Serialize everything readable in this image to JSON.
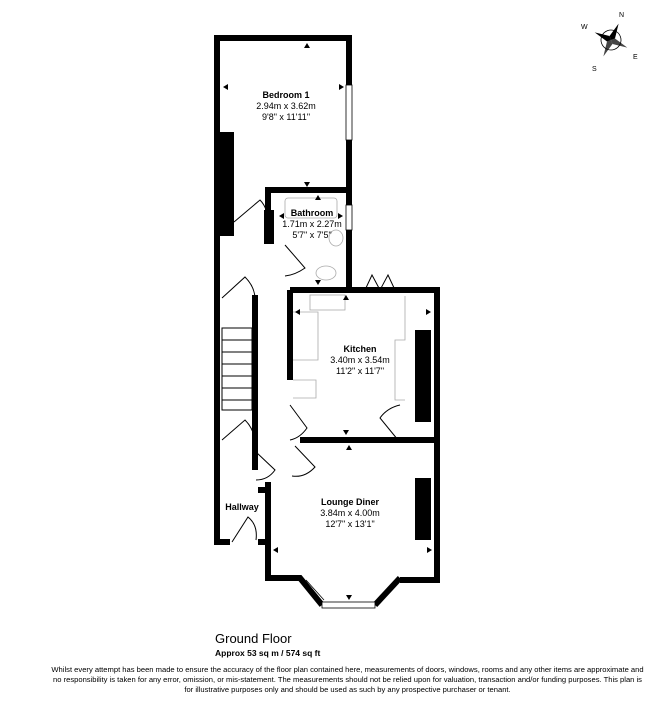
{
  "rooms": {
    "bedroom1": {
      "name": "Bedroom 1",
      "metric": "2.94m x 3.62m",
      "imperial": "9'8\" x 11'11\""
    },
    "bathroom": {
      "name": "Bathroom",
      "metric": "1.71m x 2.27m",
      "imperial": "5'7\" x 7'5\""
    },
    "kitchen": {
      "name": "Kitchen",
      "metric": "3.40m x 3.54m",
      "imperial": "11'2\" x 11'7\""
    },
    "lounge": {
      "name": "Lounge Diner",
      "metric": "3.84m x 4.00m",
      "imperial": "12'7\" x 13'1\""
    },
    "hallway": {
      "name": "Hallway"
    }
  },
  "floor": {
    "title": "Ground Floor",
    "area": "Approx 53 sq m / 574 sq ft"
  },
  "disclaimer": "Whilst every attempt has been made to ensure the accuracy of the floor plan contained here, measurements of doors, windows, rooms and any other items are approximate and no responsibility is taken for any error, omission, or mis-statement. The measurements should not be relied upon for valuation, transaction and/or funding purposes. This plan is for illustrative purposes only and should be used as such by any prospective purchaser or tenant.",
  "compass": {
    "icon": "compass-rose-icon",
    "n": "N",
    "e": "E",
    "s": "S",
    "w": "W"
  },
  "colors": {
    "wall": "#000000",
    "fixture": "#bbbbbb",
    "background": "#ffffff"
  }
}
